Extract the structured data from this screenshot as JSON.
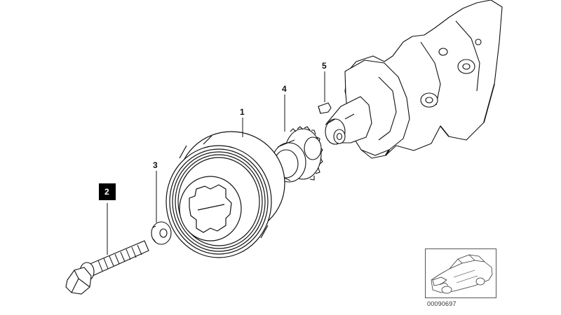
{
  "callouts": {
    "c1": "1",
    "c2": "2",
    "c3": "3",
    "c4": "4",
    "c5": "5"
  },
  "doc_number": "00090697",
  "icons": {
    "vehicle_thumbnail": "car-sedan-icon"
  },
  "colors": {
    "line": "#111111",
    "callout_box": "#000000",
    "background": "#ffffff"
  }
}
